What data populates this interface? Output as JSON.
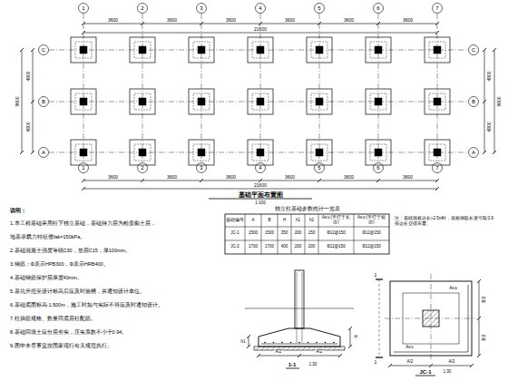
{
  "diagram": {
    "labels": [
      "1",
      "2",
      "3",
      "4",
      "5",
      "6",
      "7",
      "1",
      "2",
      "3",
      "4",
      "5",
      "6",
      "7",
      "C",
      "B",
      "A",
      "C",
      "B",
      "A",
      "3600",
      "3600",
      "3600",
      "3600",
      "3600",
      "3600",
      "21600",
      "3600",
      "3600",
      "3600",
      "3600",
      "3600",
      "3600",
      "21600",
      "4800",
      "4800",
      "9600",
      "4800",
      "4800",
      "9600",
      "基础平面布置图",
      "1:100",
      "独立柱基础参数统计一览表",
      "基础编号",
      "A",
      "B",
      "H",
      "h1",
      "h2",
      "As①(平行于长边)",
      "As②(平行于短边)",
      "JC-1",
      "1500",
      "1500",
      "350",
      "200",
      "150",
      "Φ12@150",
      "Φ12@150",
      "JC-2",
      "1700",
      "1700",
      "400",
      "200",
      "200",
      "Φ12@150",
      "Φ12@150",
      "注：基础底板边长≥2.5m时，底板钢筋长度可取0.9倍边长交错布置。",
      "说明：",
      "1.本工程基础采用柱下独立基础，基础持力层为粉质黏土层，",
      "   地基承载力特征值fak=150kPa。",
      "2.基础混凝土强度等级C30，垫层C15，厚100mm。",
      "3.钢筋：Φ表示HPB300，Φ表示HRB400。",
      "4.基础钢筋保护层厚度40mm。",
      "5.基坑开挖至设计标高后应及时验槽，并通知设计单位。",
      "6.基础底面标高-1.500m，施工时如与实际不符应及时通知设计。",
      "7.柱插筋规格、数量同底层柱配筋。",
      "8.基础回填土应分层夯实，压实系数不小于0.94。",
      "9.图中未尽事宜按国家现行有关规范执行。",
      "1-1",
      "1:30",
      "A/2",
      "A/2",
      "H",
      "h1",
      "JC-1",
      "1:30",
      "1",
      "1",
      "A/2",
      "A/2",
      "B/2",
      "B/2",
      "As①",
      "As②"
    ]
  }
}
